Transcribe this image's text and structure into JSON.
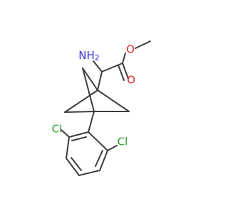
{
  "molecule": {
    "atoms": {
      "o_methoxy": {
        "symbol": "O",
        "color": "#e02a2a"
      },
      "o_carbonyl": {
        "symbol": "O",
        "color": "#e02a2a"
      },
      "amine": {
        "symbol": "NH",
        "subscript": "2",
        "color": "#3535d6"
      },
      "cl_upper": {
        "symbol": "Cl",
        "color": "#2a9e2a"
      },
      "cl_right": {
        "symbol": "Cl",
        "color": "#2a9e2a"
      }
    },
    "bond_color": "#3d3d3d",
    "background": "#ffffff"
  }
}
